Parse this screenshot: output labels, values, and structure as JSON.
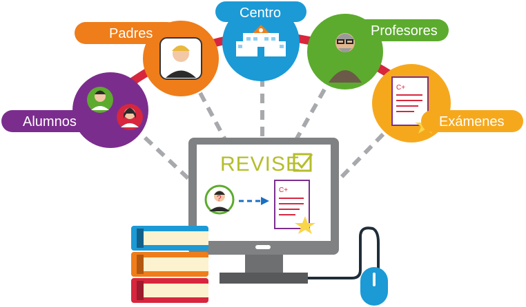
{
  "labels": {
    "alumnos": "Alumnos",
    "padres": "Padres",
    "centro": "Centro",
    "profesores": "Profesores",
    "examenes": "Exámenes"
  },
  "brand": "REVISE",
  "doc_tag": "C+",
  "colors": {
    "alumnos": "#7b2d8e",
    "padres": "#ef7d1a",
    "centro": "#1b9ad6",
    "profesores": "#5cab2e",
    "examenes": "#f6a81d",
    "arc": "#d7263d",
    "brand": "#b5bd2a",
    "monitor": "#7f8183"
  }
}
